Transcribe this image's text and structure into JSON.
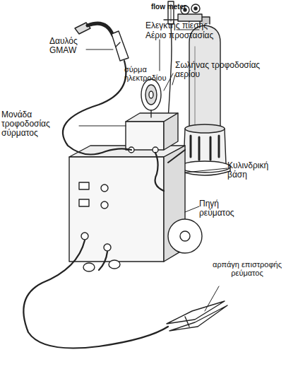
{
  "diagram": {
    "labels": [
      "flow meter",
      "Δαυλός GMAW",
      "Ελεγκτής πίεσης",
      "Αέριο προστασίας",
      "σύρμα ηλεκτροδίου",
      "Σωλήνας τροφοδοσίας αερίου",
      "Μονάδα τροφοδοσίας σύρματος",
      "Κυλινδρική βάση",
      "Πηγή ρεύματος",
      "αρπάγη επιστροφής ρεύματος"
    ]
  }
}
